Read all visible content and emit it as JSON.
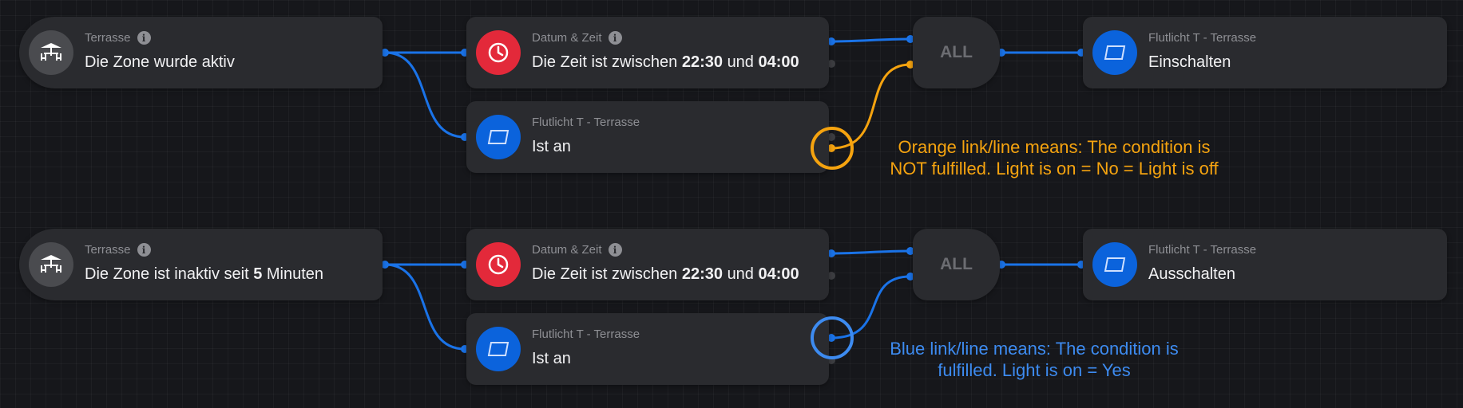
{
  "colors": {
    "canvas": "#16171b",
    "node": "#2a2b2f",
    "link_fulfilled": "#1a73e8",
    "link_not_fulfilled": "#f5a30f",
    "clock_icon_bg": "#e3293a",
    "light_icon_bg": "#0b63dc"
  },
  "flows": [
    {
      "trigger": {
        "subtitle": "Terrasse",
        "icon": "zone-icon",
        "title": "Die Zone wurde aktiv"
      },
      "time_condition": {
        "subtitle": "Datum & Zeit",
        "icon": "clock-icon",
        "prefix": "Die Zeit ist zwischen",
        "start": "22:30",
        "joiner": "und",
        "end": "04:00"
      },
      "light_condition": {
        "subtitle": "Flutlicht T - Terrasse",
        "icon": "light-icon",
        "title": "Ist an",
        "result": "not fulfilled"
      },
      "logic": {
        "label": "ALL"
      },
      "action": {
        "subtitle": "Flutlicht T - Terrasse",
        "icon": "light-icon",
        "title": "Einschalten"
      },
      "annotation": {
        "line1": "Orange link/line means: The condition is",
        "line2": "NOT fulfilled. Light is on = No = Light is off"
      }
    },
    {
      "trigger": {
        "subtitle": "Terrasse",
        "icon": "zone-icon",
        "prefix": "Die Zone ist inaktiv seit",
        "value": "5",
        "suffix": "Minuten"
      },
      "time_condition": {
        "subtitle": "Datum & Zeit",
        "icon": "clock-icon",
        "prefix": "Die Zeit ist zwischen",
        "start": "22:30",
        "joiner": "und",
        "end": "04:00"
      },
      "light_condition": {
        "subtitle": "Flutlicht T - Terrasse",
        "icon": "light-icon",
        "title": "Ist an",
        "result": "fulfilled"
      },
      "logic": {
        "label": "ALL"
      },
      "action": {
        "subtitle": "Flutlicht T - Terrasse",
        "icon": "light-icon",
        "title": "Ausschalten"
      },
      "annotation": {
        "line1": "Blue link/line means: The condition is",
        "line2": "fulfilled. Light is on = Yes"
      }
    }
  ]
}
